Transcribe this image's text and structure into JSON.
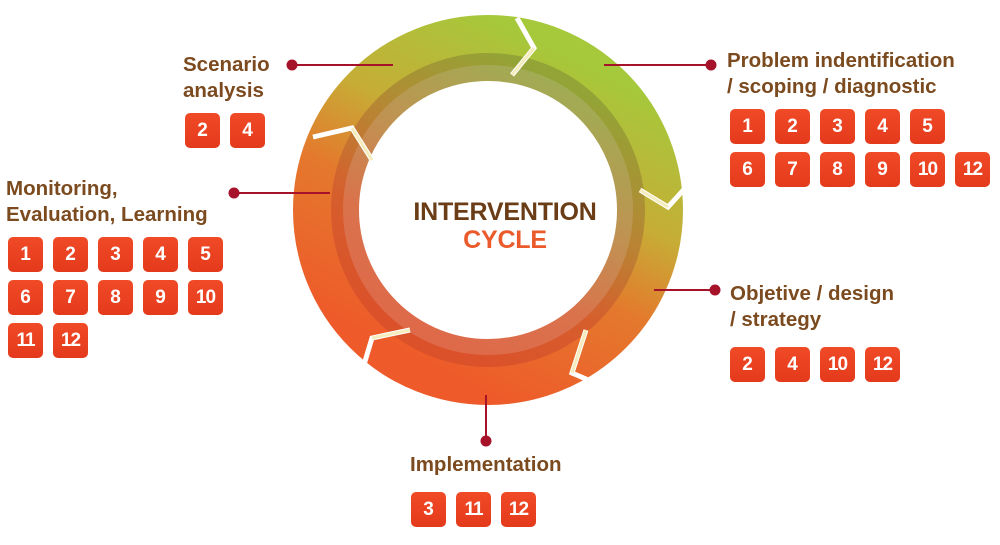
{
  "center": {
    "line1": "INTERVENTION",
    "line2": "CYCLE"
  },
  "colors": {
    "brown_text": "#7b4a1e",
    "title_dark": "#6b3d16",
    "title_orange": "#ea5a2a",
    "badge_red": "#ec4324",
    "connector_red": "#a5122a",
    "ring_green": "#a8c13a",
    "ring_orange": "#ec5e2a"
  },
  "stages": {
    "scenario": {
      "label_lines": [
        "Scenario",
        "analysis"
      ],
      "badges": [
        "2",
        "4"
      ]
    },
    "problem": {
      "label_lines": [
        "Problem indentification",
        "/ scoping / diagnostic"
      ],
      "badges": [
        "1",
        "2",
        "3",
        "4",
        "5",
        "6",
        "7",
        "8",
        "9",
        "10",
        "12"
      ]
    },
    "objective": {
      "label_lines": [
        "Objetive / design",
        "/ strategy"
      ],
      "badges": [
        "2",
        "4",
        "10",
        "12"
      ]
    },
    "implementation": {
      "label_lines": [
        "Implementation"
      ],
      "badges": [
        "3",
        "11",
        "12"
      ]
    },
    "monitoring": {
      "label_lines": [
        "Monitoring,",
        "Evaluation, Learning"
      ],
      "badges": [
        "1",
        "2",
        "3",
        "4",
        "5",
        "6",
        "7",
        "8",
        "9",
        "10",
        "11",
        "12"
      ]
    }
  }
}
